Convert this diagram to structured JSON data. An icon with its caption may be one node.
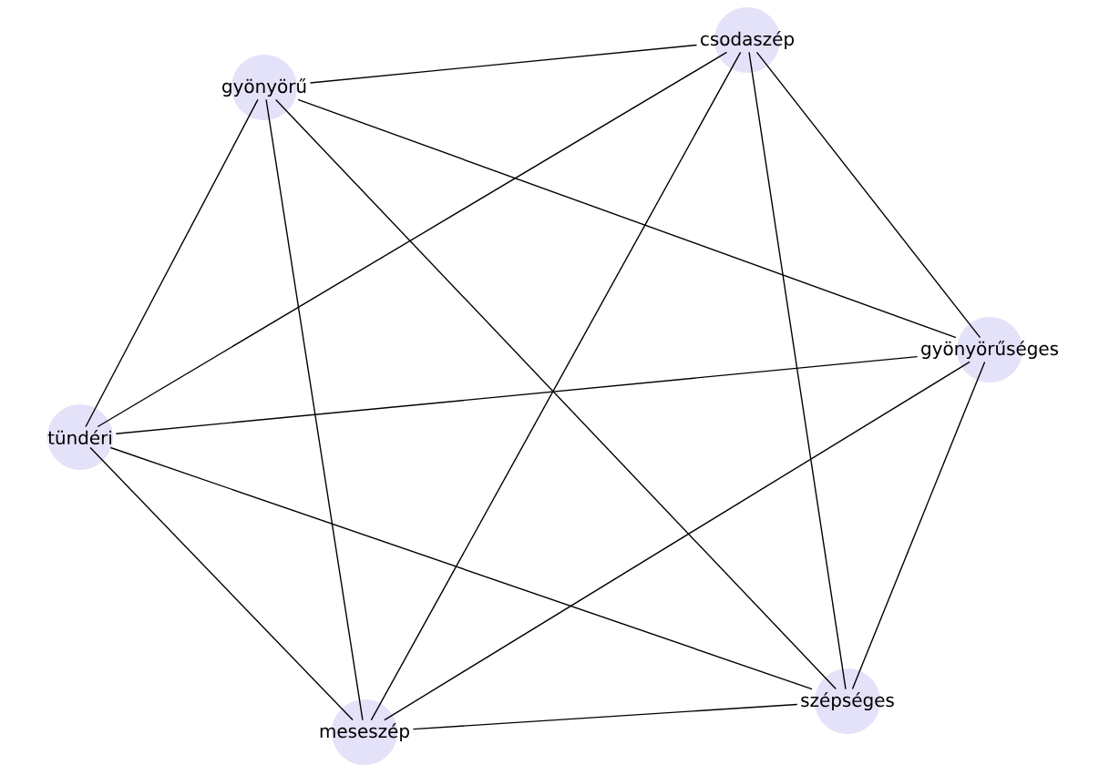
{
  "diagram": {
    "nodes": [
      {
        "text": [
          "gyönyörű"
        ]
      },
      {
        "text": [
          "csodaszép"
        ]
      },
      {
        "text": [
          "gyönyörűséges"
        ]
      },
      {
        "text": [
          "tündéri"
        ]
      },
      {
        "text": [
          "meseszép"
        ]
      },
      {
        "text": [
          "szépséges"
        ]
      }
    ],
    "edges": [
      {
        "from": 0,
        "to": 1,
        "arrow": "none"
      },
      {
        "from": 0,
        "to": 2,
        "arrow": "none"
      },
      {
        "from": 0,
        "to": 3,
        "arrow": "none"
      },
      {
        "from": 0,
        "to": 4,
        "arrow": "none"
      },
      {
        "from": 0,
        "to": 5,
        "arrow": "none"
      },
      {
        "from": 1,
        "to": 2,
        "arrow": "none"
      },
      {
        "from": 1,
        "to": 3,
        "arrow": "none"
      },
      {
        "from": 1,
        "to": 4,
        "arrow": "none"
      },
      {
        "from": 1,
        "to": 5,
        "arrow": "none"
      },
      {
        "from": 2,
        "to": 3,
        "arrow": "none"
      },
      {
        "from": 2,
        "to": 4,
        "arrow": "none"
      },
      {
        "from": 2,
        "to": 5,
        "arrow": "none"
      },
      {
        "from": 3,
        "to": 4,
        "arrow": "none"
      },
      {
        "from": 3,
        "to": 5,
        "arrow": "none"
      },
      {
        "from": 4,
        "to": 5,
        "arrow": "none"
      }
    ]
  }
}
